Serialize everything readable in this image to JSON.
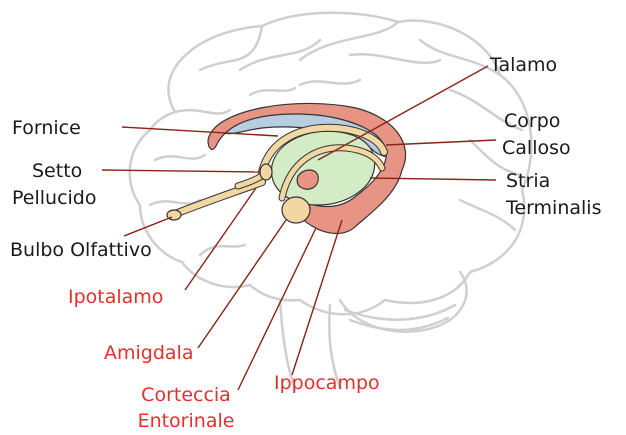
{
  "colors": {
    "label": "#1a1a1a",
    "accent": "#e0322b",
    "brain_outline": "#cfcfcf",
    "corpus_callosum": "#b8cde0",
    "limbic_red": "#e89484",
    "thalamus_green": "#d4ecc6",
    "fornix_yellow": "#f3d7a2",
    "pointer_line": "#8b2218"
  },
  "labels": {
    "talamo": "Talamo",
    "fornice": "Fornice",
    "corpo": "Corpo",
    "calloso": "Calloso",
    "setto": "Setto",
    "pellucido": "Pellucido",
    "stria": "Stria",
    "terminalis": "Terminalis",
    "bulbo_olfattivo": "Bulbo Olfattivo",
    "ipotalamo": "Ipotalamo",
    "amigdala": "Amigdala",
    "corteccia": "Corteccia",
    "entorinale": "Entorinale",
    "ippocampo": "Ippocampo"
  }
}
